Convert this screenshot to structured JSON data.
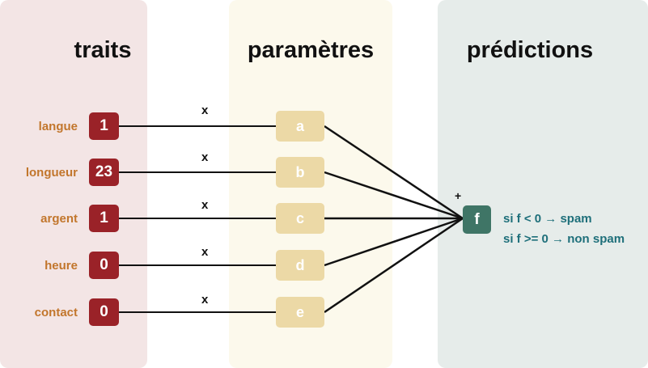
{
  "headings": {
    "traits": "traits",
    "parameters": "paramètres",
    "predictions": "prédictions"
  },
  "features": [
    {
      "label": "langue",
      "value": "1"
    },
    {
      "label": "longueur",
      "value": "23"
    },
    {
      "label": "argent",
      "value": "1"
    },
    {
      "label": "heure",
      "value": "0"
    },
    {
      "label": "contact",
      "value": "0"
    }
  ],
  "parameters": [
    "a",
    "b",
    "c",
    "d",
    "e"
  ],
  "multiply_symbol": "x",
  "sum_symbol": "+",
  "output_node": "f",
  "rules": [
    "si f < 0 → spam",
    "si f >= 0 → non spam"
  ],
  "colors": {
    "traits_panel": "#f3e5e5",
    "parameters_panel": "#fcf9ec",
    "predictions_panel": "#e6ecea",
    "feature_box": "#9a2228",
    "feature_label": "#c2762c",
    "parameter_box": "#ecd9a6",
    "output_box": "#3f7566",
    "rule_text": "#1e6f7a"
  }
}
